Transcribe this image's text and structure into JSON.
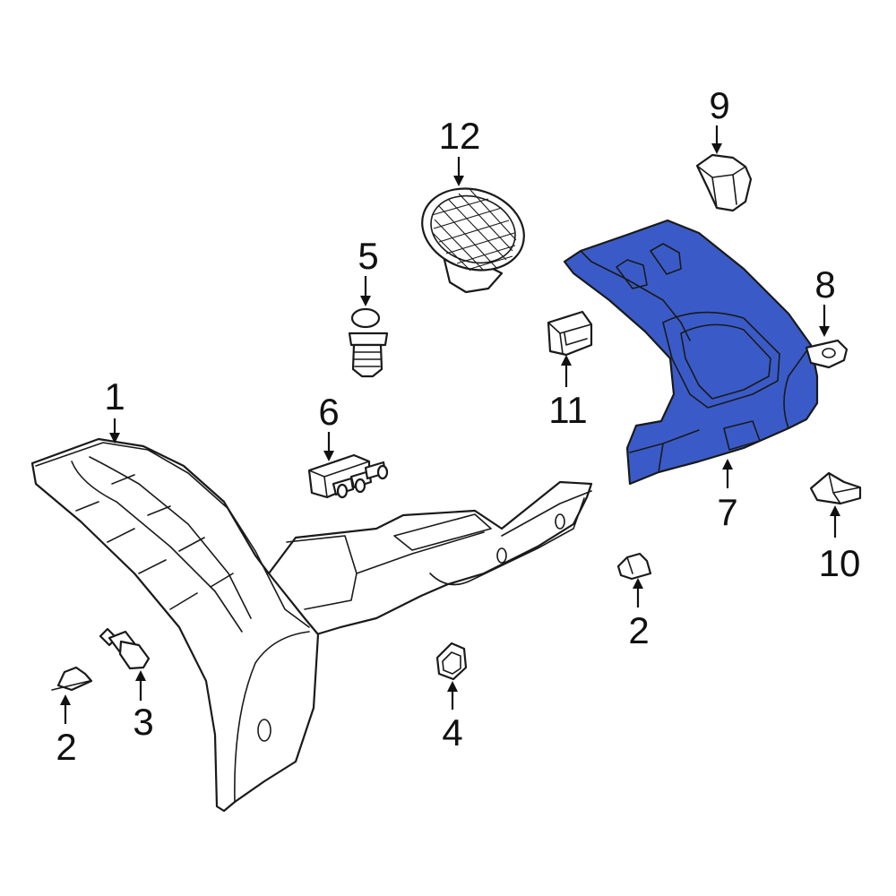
{
  "colors": {
    "highlight": "#3a5bc7",
    "line": "#1a1a1a",
    "background": "#ffffff"
  },
  "callouts": [
    {
      "id": "c1",
      "label": "1"
    },
    {
      "id": "c2a",
      "label": "2"
    },
    {
      "id": "c2b",
      "label": "2"
    },
    {
      "id": "c3",
      "label": "3"
    },
    {
      "id": "c4",
      "label": "4"
    },
    {
      "id": "c5",
      "label": "5"
    },
    {
      "id": "c6",
      "label": "6"
    },
    {
      "id": "c7",
      "label": "7"
    },
    {
      "id": "c8",
      "label": "8"
    },
    {
      "id": "c9",
      "label": "9"
    },
    {
      "id": "c10",
      "label": "10"
    },
    {
      "id": "c11",
      "label": "11"
    },
    {
      "id": "c12",
      "label": "12"
    }
  ]
}
